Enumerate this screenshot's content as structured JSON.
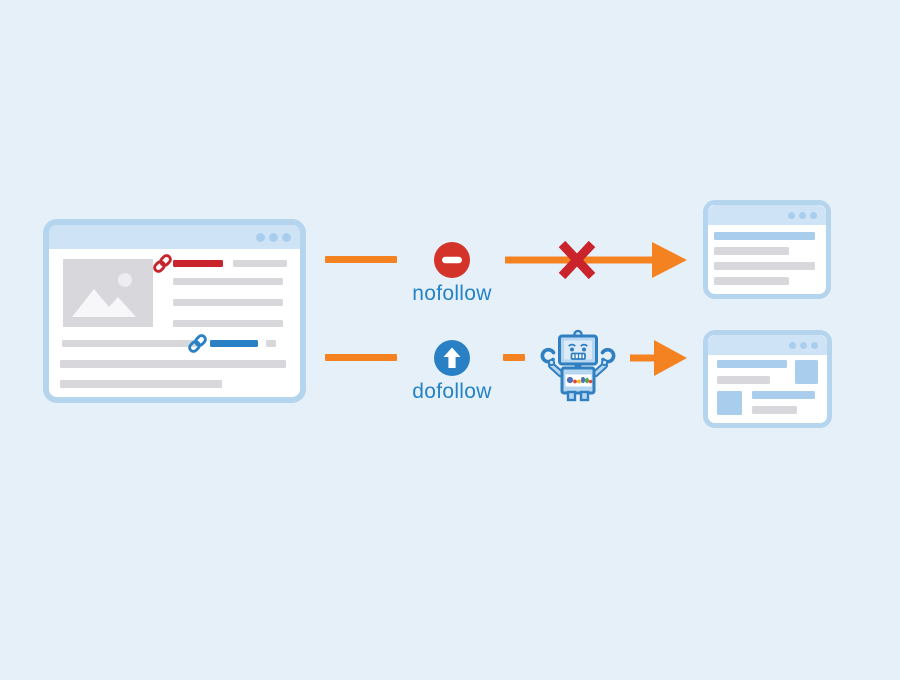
{
  "diagram": {
    "topic": "nofollow-vs-dofollow-links",
    "background_color": "#e6f0f9",
    "arrow_color": "#f58220",
    "label_color": "#2482c6",
    "flows": [
      {
        "label": "nofollow",
        "badge_icon": "no-entry-icon",
        "badge_color": "#d43329",
        "result_icon": "cross-icon",
        "result_color": "#c9242b"
      },
      {
        "label": "dofollow",
        "badge_icon": "arrow-up-circle-icon",
        "badge_color": "#2980c4",
        "result_icon": "googlebot-robot-icon"
      }
    ],
    "source_window": {
      "nofollow_link_color": "#c9242b",
      "dofollow_link_color": "#2980c4"
    },
    "window_style": {
      "border": "#b5d4ee",
      "header": "#cfe3f6",
      "dots": "#a9cdec",
      "text_bar_gray": "#d8d8dc",
      "text_bar_blue": "#a9cdec"
    },
    "googlebot_colors": {
      "outline": "#2f7fc1",
      "body_fill": "#b7d6f0",
      "google_blue": "#4f72b5",
      "google_red": "#e8443a",
      "google_yellow": "#f6b817",
      "google_green": "#57a751"
    }
  }
}
